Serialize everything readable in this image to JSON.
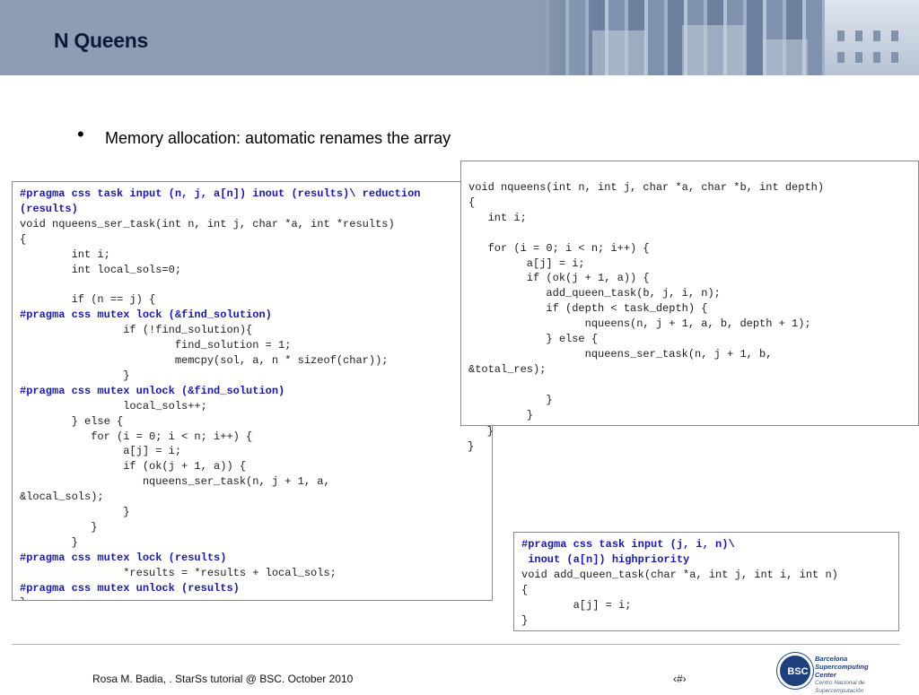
{
  "slide": {
    "title": "N Queens",
    "bullet": "Memory allocation: automatic renames the array"
  },
  "code_left": [
    {
      "t": "#pragma css task input (n, j, a[n]) inout (results)\\ reduction",
      "d": true
    },
    {
      "t": "(results)",
      "d": true
    },
    {
      "t": "void nqueens_ser_task(int n, int j, char *a, int *results)",
      "d": false
    },
    {
      "t": "{",
      "d": false
    },
    {
      "t": "        int i;",
      "d": false
    },
    {
      "t": "        int local_sols=0;",
      "d": false
    },
    {
      "t": "",
      "d": false
    },
    {
      "t": "        if (n == j) {",
      "d": false
    },
    {
      "t": "#pragma css mutex lock (&find_solution)",
      "d": true
    },
    {
      "t": "                if (!find_solution){",
      "d": false
    },
    {
      "t": "                        find_solution = 1;",
      "d": false
    },
    {
      "t": "                        memcpy(sol, a, n * sizeof(char));",
      "d": false
    },
    {
      "t": "                }",
      "d": false
    },
    {
      "t": "#pragma css mutex unlock (&find_solution)",
      "d": true
    },
    {
      "t": "                local_sols++;",
      "d": false
    },
    {
      "t": "        } else {",
      "d": false
    },
    {
      "t": "           for (i = 0; i < n; i++) {",
      "d": false
    },
    {
      "t": "                a[j] = i;",
      "d": false
    },
    {
      "t": "                if (ok(j + 1, a)) {",
      "d": false
    },
    {
      "t": "                   nqueens_ser_task(n, j + 1, a,",
      "d": false
    },
    {
      "t": "&local_sols);",
      "d": false
    },
    {
      "t": "                }",
      "d": false
    },
    {
      "t": "           }",
      "d": false
    },
    {
      "t": "        }",
      "d": false
    },
    {
      "t": "#pragma css mutex lock (results)",
      "d": true
    },
    {
      "t": "                *results = *results + local_sols;",
      "d": false
    },
    {
      "t": "#pragma css mutex unlock (results)",
      "d": true
    },
    {
      "t": "}",
      "d": false
    }
  ],
  "code_right": [
    {
      "t": "void nqueens(int n, int j, char *a, char *b, int depth)",
      "d": false
    },
    {
      "t": "{",
      "d": false
    },
    {
      "t": "   int i;",
      "d": false
    },
    {
      "t": "",
      "d": false
    },
    {
      "t": "   for (i = 0; i < n; i++) {",
      "d": false
    },
    {
      "t": "         a[j] = i;",
      "d": false
    },
    {
      "t": "         if (ok(j + 1, a)) {",
      "d": false
    },
    {
      "t": "            add_queen_task(b, j, i, n);",
      "d": false
    },
    {
      "t": "            if (depth < task_depth) {",
      "d": false
    },
    {
      "t": "                  nqueens(n, j + 1, a, b, depth + 1);",
      "d": false
    },
    {
      "t": "            } else {",
      "d": false
    },
    {
      "t": "                  nqueens_ser_task(n, j + 1, b,",
      "d": false
    },
    {
      "t": "&total_res);",
      "d": false
    },
    {
      "t": "",
      "d": false
    },
    {
      "t": "            }",
      "d": false
    },
    {
      "t": "         }",
      "d": false
    }
  ],
  "code_right_tail": [
    {
      "t": "   }",
      "d": false
    },
    {
      "t": "}",
      "d": false
    }
  ],
  "code_small": [
    {
      "t": "#pragma css task input (j, i, n)\\",
      "d": true
    },
    {
      "t": " inout (a[n]) highpriority",
      "d": true
    },
    {
      "t": "void add_queen_task(char *a, int j, int i, int n)",
      "d": false
    },
    {
      "t": "{",
      "d": false
    },
    {
      "t": "        a[j] = i;",
      "d": false
    },
    {
      "t": "}",
      "d": false
    }
  ],
  "footer": {
    "text": "Rosa M. Badia, . StarSs tutorial @  BSC. October 2010",
    "page": "‹#›"
  },
  "logo": {
    "mark": "BSC",
    "line1": "Barcelona",
    "line2": "Supercomputing",
    "line3": "Center",
    "line4": "Centro Nacional de Supercomputación"
  },
  "colors": {
    "header": "#8e9db3",
    "title": "#0b1a3a",
    "directive": "#1a1aa6",
    "logo": "#1d3f7c"
  }
}
